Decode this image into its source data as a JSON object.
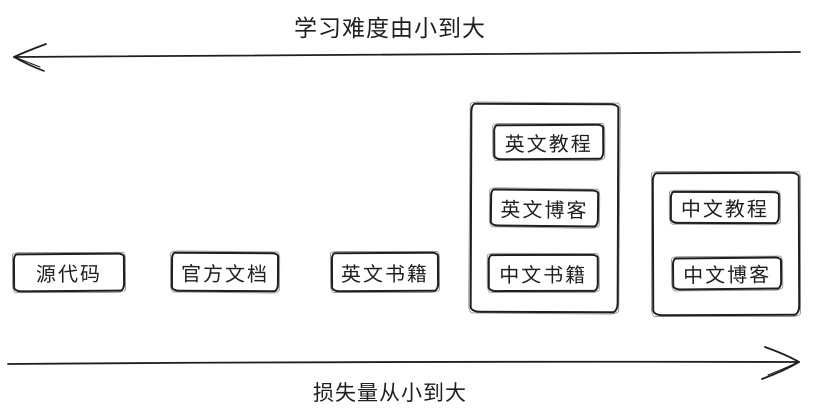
{
  "colors": {
    "background": "#ffffff",
    "ink": "#1f1f1f"
  },
  "axes": {
    "top": {
      "label": "学习难度由小到大",
      "direction": "left"
    },
    "bottom": {
      "label": "损失量从小到大",
      "direction": "right"
    }
  },
  "nodes": [
    {
      "id": "source-code",
      "label": "源代码"
    },
    {
      "id": "official-docs",
      "label": "官方文档"
    },
    {
      "id": "english-books",
      "label": "英文书籍"
    }
  ],
  "groups": [
    {
      "id": "group-english-resources",
      "items": [
        {
          "id": "english-tutorials",
          "label": "英文教程"
        },
        {
          "id": "english-blogs",
          "label": "英文博客"
        },
        {
          "id": "chinese-books",
          "label": "中文书籍"
        }
      ]
    },
    {
      "id": "group-chinese-resources",
      "items": [
        {
          "id": "chinese-tutorials",
          "label": "中文教程"
        },
        {
          "id": "chinese-blogs",
          "label": "中文博客"
        }
      ]
    }
  ]
}
